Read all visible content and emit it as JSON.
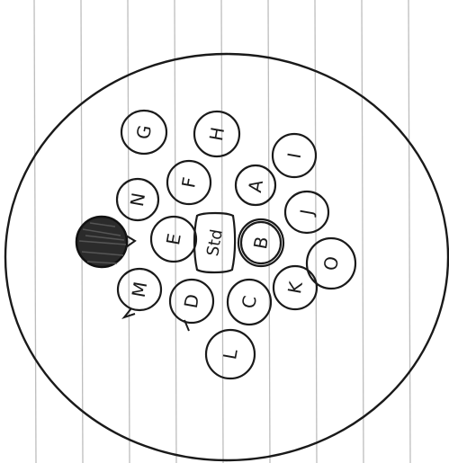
{
  "paper": {
    "rule_color": "#bdbdbd",
    "ink_color": "#1a1a1a",
    "background": "#ffffff"
  },
  "plate": {
    "labels": {
      "G": "G",
      "H": "H",
      "I": "I",
      "F": "F",
      "A": "A",
      "J": "J",
      "N": "N",
      "E": "E",
      "Std": "Std",
      "B": "B",
      "O": "O",
      "filled": "",
      "M": "M",
      "D": "D",
      "C": "C",
      "K": "K",
      "L": "L"
    }
  }
}
